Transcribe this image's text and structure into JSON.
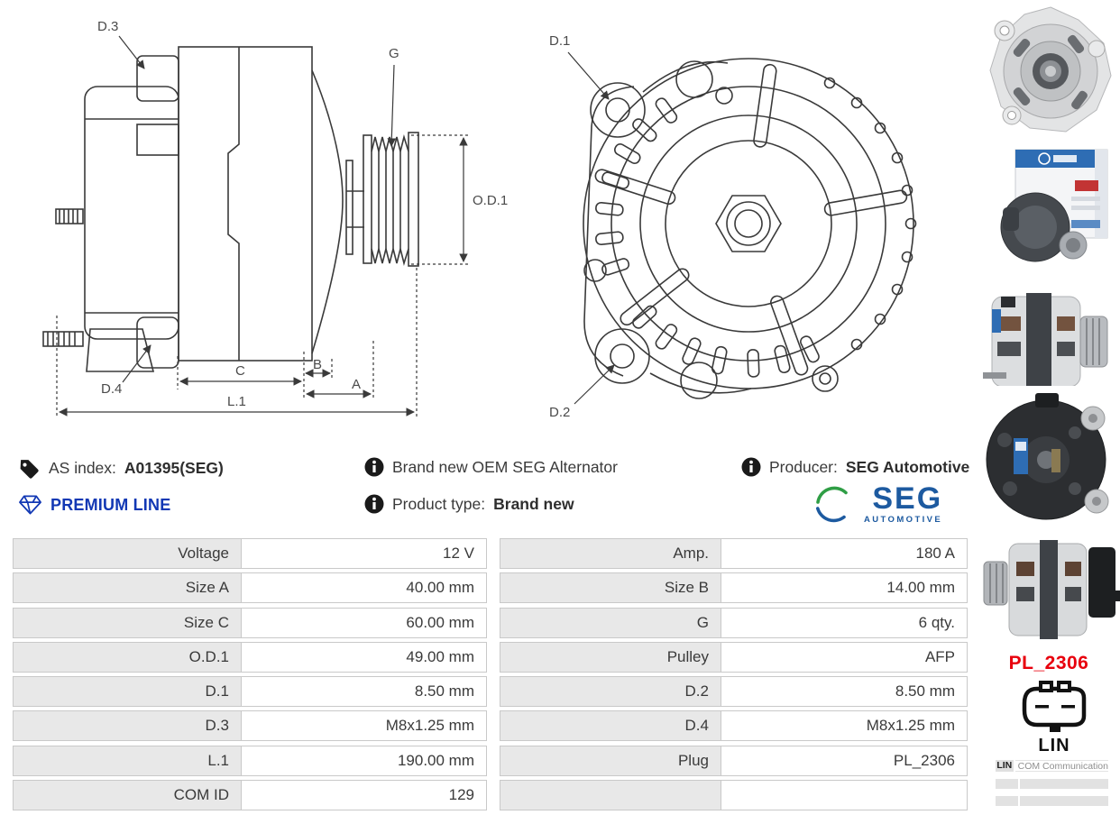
{
  "info": {
    "as_index_label": "AS index:",
    "as_index_value": "A01395(SEG)",
    "premium_line": "PREMIUM LINE",
    "description": "Brand new OEM SEG Alternator",
    "product_type_label": "Product type:",
    "product_type_value": "Brand new",
    "producer_label": "Producer:",
    "producer_value": "SEG Automotive"
  },
  "brand": {
    "seg": "SEG",
    "automotive": "AUTOMOTIVE"
  },
  "diagrams": {
    "side": {
      "d3": "D.3",
      "g": "G",
      "od1": "O.D.1",
      "d4": "D.4",
      "c": "C",
      "b": "B",
      "a": "A",
      "l1": "L.1"
    },
    "front": {
      "d1": "D.1",
      "d2": "D.2"
    }
  },
  "specs": {
    "rows": [
      {
        "l1": "Voltage",
        "v1": "12 V",
        "l2": "Amp.",
        "v2": "180 A"
      },
      {
        "l1": "Size A",
        "v1": "40.00 mm",
        "l2": "Size B",
        "v2": "14.00 mm"
      },
      {
        "l1": "Size C",
        "v1": "60.00 mm",
        "l2": "G",
        "v2": "6 qty."
      },
      {
        "l1": "O.D.1",
        "v1": "49.00 mm",
        "l2": "Pulley",
        "v2": "AFP"
      },
      {
        "l1": "D.1",
        "v1": "8.50 mm",
        "l2": "D.2",
        "v2": "8.50 mm"
      },
      {
        "l1": "D.3",
        "v1": "M8x1.25 mm",
        "l2": "D.4",
        "v2": "M8x1.25 mm"
      },
      {
        "l1": "L.1",
        "v1": "190.00 mm",
        "l2": "Plug",
        "v2": "PL_2306"
      },
      {
        "l1": "COM ID",
        "v1": "129",
        "l2": "",
        "v2": ""
      }
    ]
  },
  "plug": {
    "code": "PL_2306",
    "name": "LIN"
  },
  "comm": {
    "key": "LIN",
    "value": "COM Communication"
  },
  "gallery": {
    "items": [
      "alternator-front-photo",
      "alternator-retail-box-photo",
      "alternator-side-pulley-right-photo",
      "alternator-rear-photo",
      "alternator-side-connector-photo"
    ]
  },
  "colors": {
    "premium_blue": "#1238b4",
    "plug_red": "#e8000d",
    "seg_blue": "#1d5aa0",
    "seg_green": "#2f9e45",
    "table_label_bg": "#e8e8e8"
  }
}
